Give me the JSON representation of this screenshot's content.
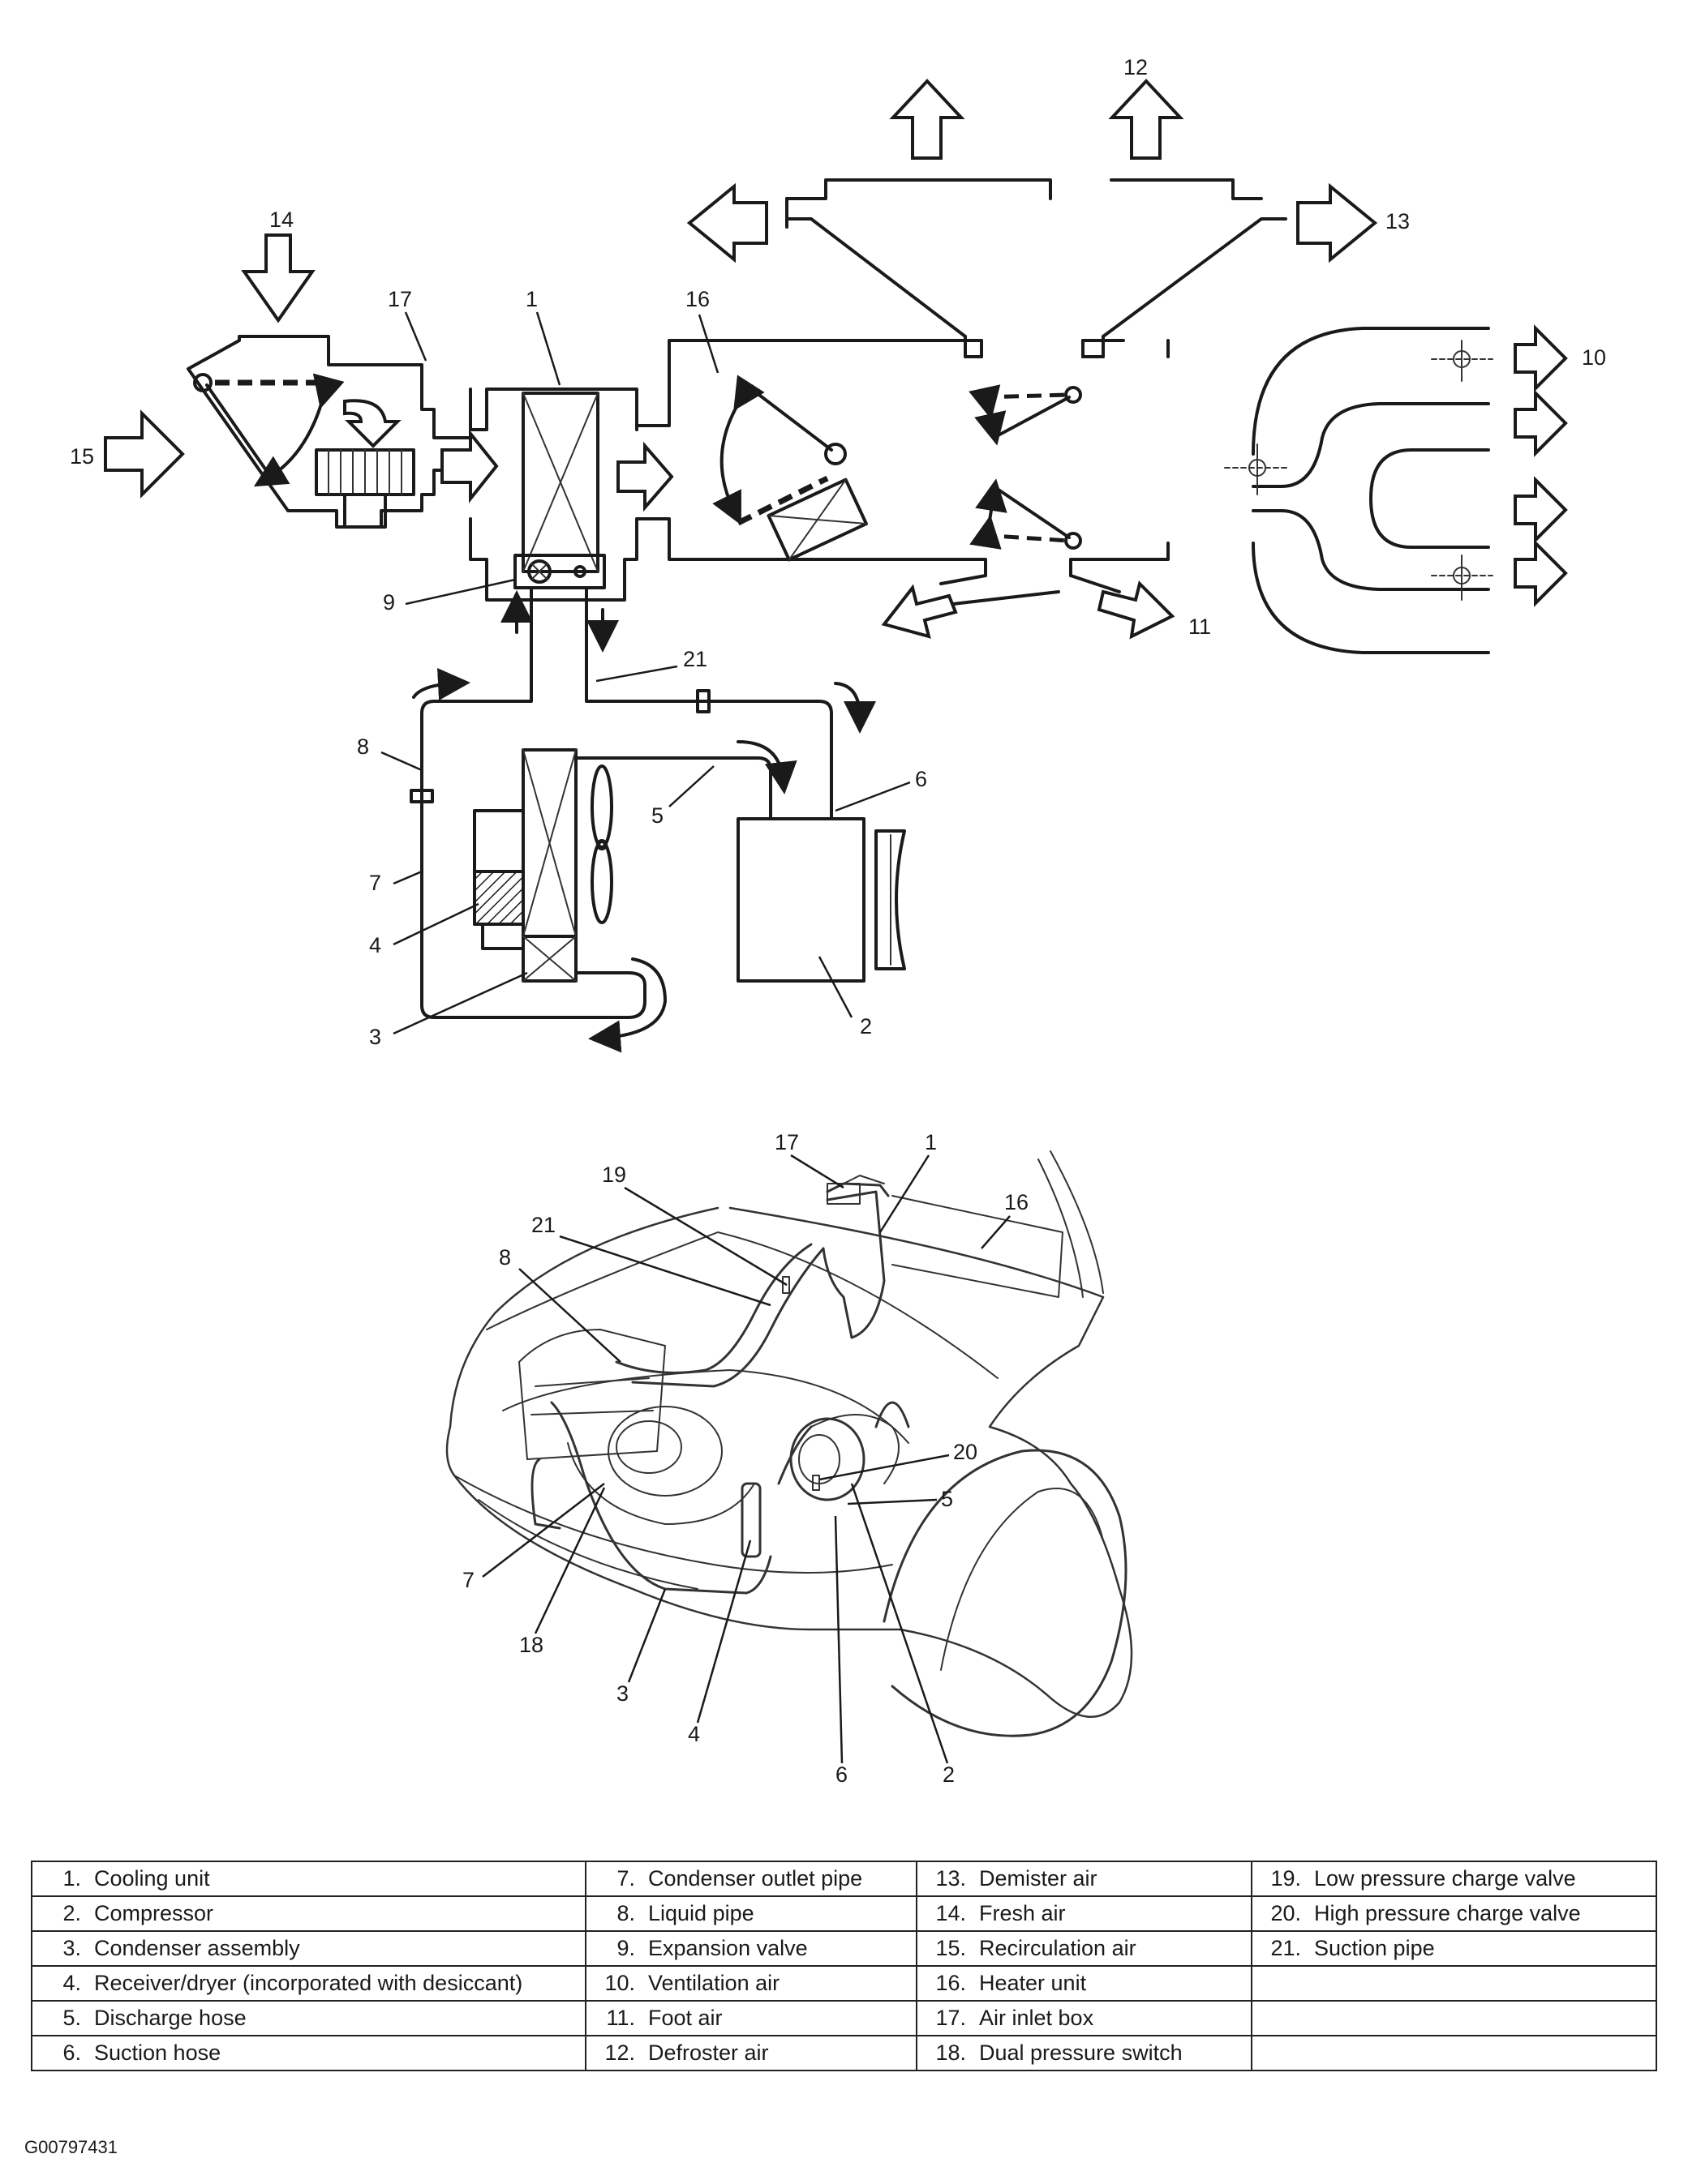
{
  "callouts": {
    "c1": "1",
    "c2": "2",
    "c3": "3",
    "c4": "4",
    "c5": "5",
    "c6": "6",
    "c7": "7",
    "c8": "8",
    "c9": "9",
    "c10": "10",
    "c11": "11",
    "c12": "12",
    "c13": "13",
    "c14": "14",
    "c15": "15",
    "c16": "16",
    "c17": "17",
    "c18": "18",
    "c19": "19",
    "c20": "20",
    "c21": "21"
  },
  "legend": {
    "rows": [
      [
        {
          "num": "1.",
          "label": "Cooling unit"
        },
        {
          "num": "7.",
          "label": "Condenser outlet pipe"
        },
        {
          "num": "13.",
          "label": "Demister air"
        },
        {
          "num": "19.",
          "label": "Low pressure charge valve"
        }
      ],
      [
        {
          "num": "2.",
          "label": "Compressor"
        },
        {
          "num": "8.",
          "label": "Liquid pipe"
        },
        {
          "num": "14.",
          "label": "Fresh air"
        },
        {
          "num": "20.",
          "label": "High pressure charge valve"
        }
      ],
      [
        {
          "num": "3.",
          "label": "Condenser assembly"
        },
        {
          "num": "9.",
          "label": "Expansion valve"
        },
        {
          "num": "15.",
          "label": "Recirculation air"
        },
        {
          "num": "21.",
          "label": "Suction pipe"
        }
      ],
      [
        {
          "num": "4.",
          "label": "Receiver/dryer (incorporated with desiccant)"
        },
        {
          "num": "10.",
          "label": "Ventilation air"
        },
        {
          "num": "16.",
          "label": "Heater unit"
        },
        {
          "num": "",
          "label": ""
        }
      ],
      [
        {
          "num": "5.",
          "label": "Discharge hose"
        },
        {
          "num": "11.",
          "label": "Foot air"
        },
        {
          "num": "17.",
          "label": "Air inlet box"
        },
        {
          "num": "",
          "label": ""
        }
      ],
      [
        {
          "num": "6.",
          "label": "Suction hose"
        },
        {
          "num": "12.",
          "label": "Defroster air"
        },
        {
          "num": "18.",
          "label": "Dual pressure switch"
        },
        {
          "num": "",
          "label": ""
        }
      ]
    ]
  },
  "figure_code": "G00797431"
}
